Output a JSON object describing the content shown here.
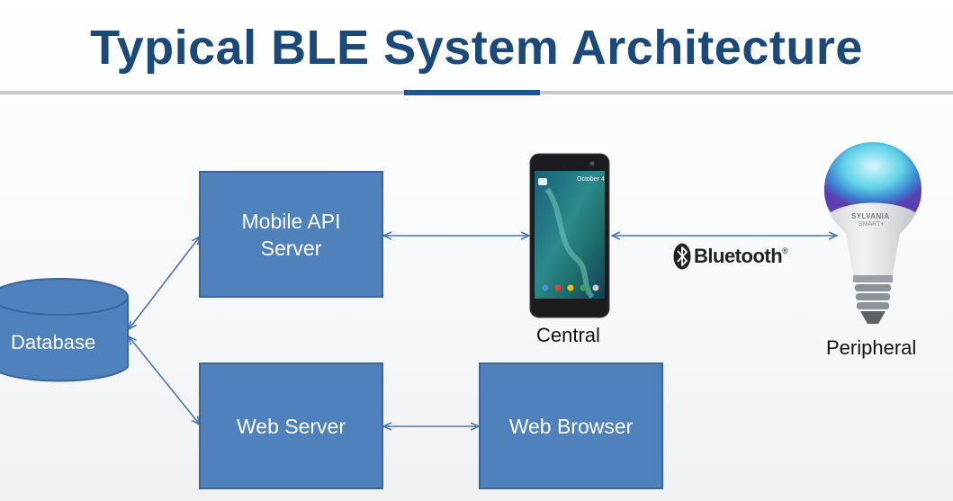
{
  "title": "Typical BLE System Architecture",
  "nodes": {
    "database": "Database",
    "mobile_api_server": "Mobile API\nServer",
    "web_server": "Web Server",
    "web_browser": "Web Browser",
    "central": "Central",
    "peripheral": "Peripheral"
  },
  "bluetooth_label": "Bluetooth",
  "bluetooth_mark": "®",
  "bulb_brand": "SYLVANIA",
  "bulb_sub": "SMART+",
  "phone_date": "October 4",
  "colors": {
    "title": "#1b4a7a",
    "box_fill": "#4f81bd",
    "box_border": "#3b679c",
    "connector": "#4a76b0"
  },
  "icons": [
    "smartphone-icon",
    "smart-bulb-icon",
    "bluetooth-icon"
  ]
}
